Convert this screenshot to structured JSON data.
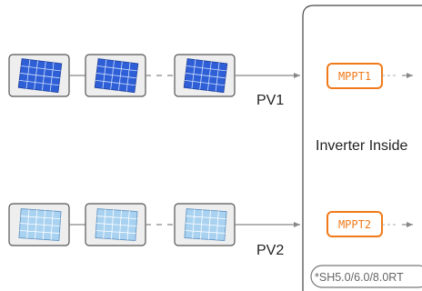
{
  "strings": [
    {
      "id": "pv1",
      "label": "PV1",
      "panel_style": "dark",
      "mppt_label": "MPPT1"
    },
    {
      "id": "pv2",
      "label": "PV2",
      "panel_style": "light",
      "mppt_label": "MPPT2"
    }
  ],
  "inverter": {
    "title": "Inverter Inside",
    "model_note": "*SH5.0/6.0/8.0RT"
  },
  "colors": {
    "mppt_accent": "#f07a1a",
    "panel_dark": "#2f5fd6",
    "panel_light": "#a9d2f1",
    "line": "#888888",
    "frame": "#444444"
  }
}
